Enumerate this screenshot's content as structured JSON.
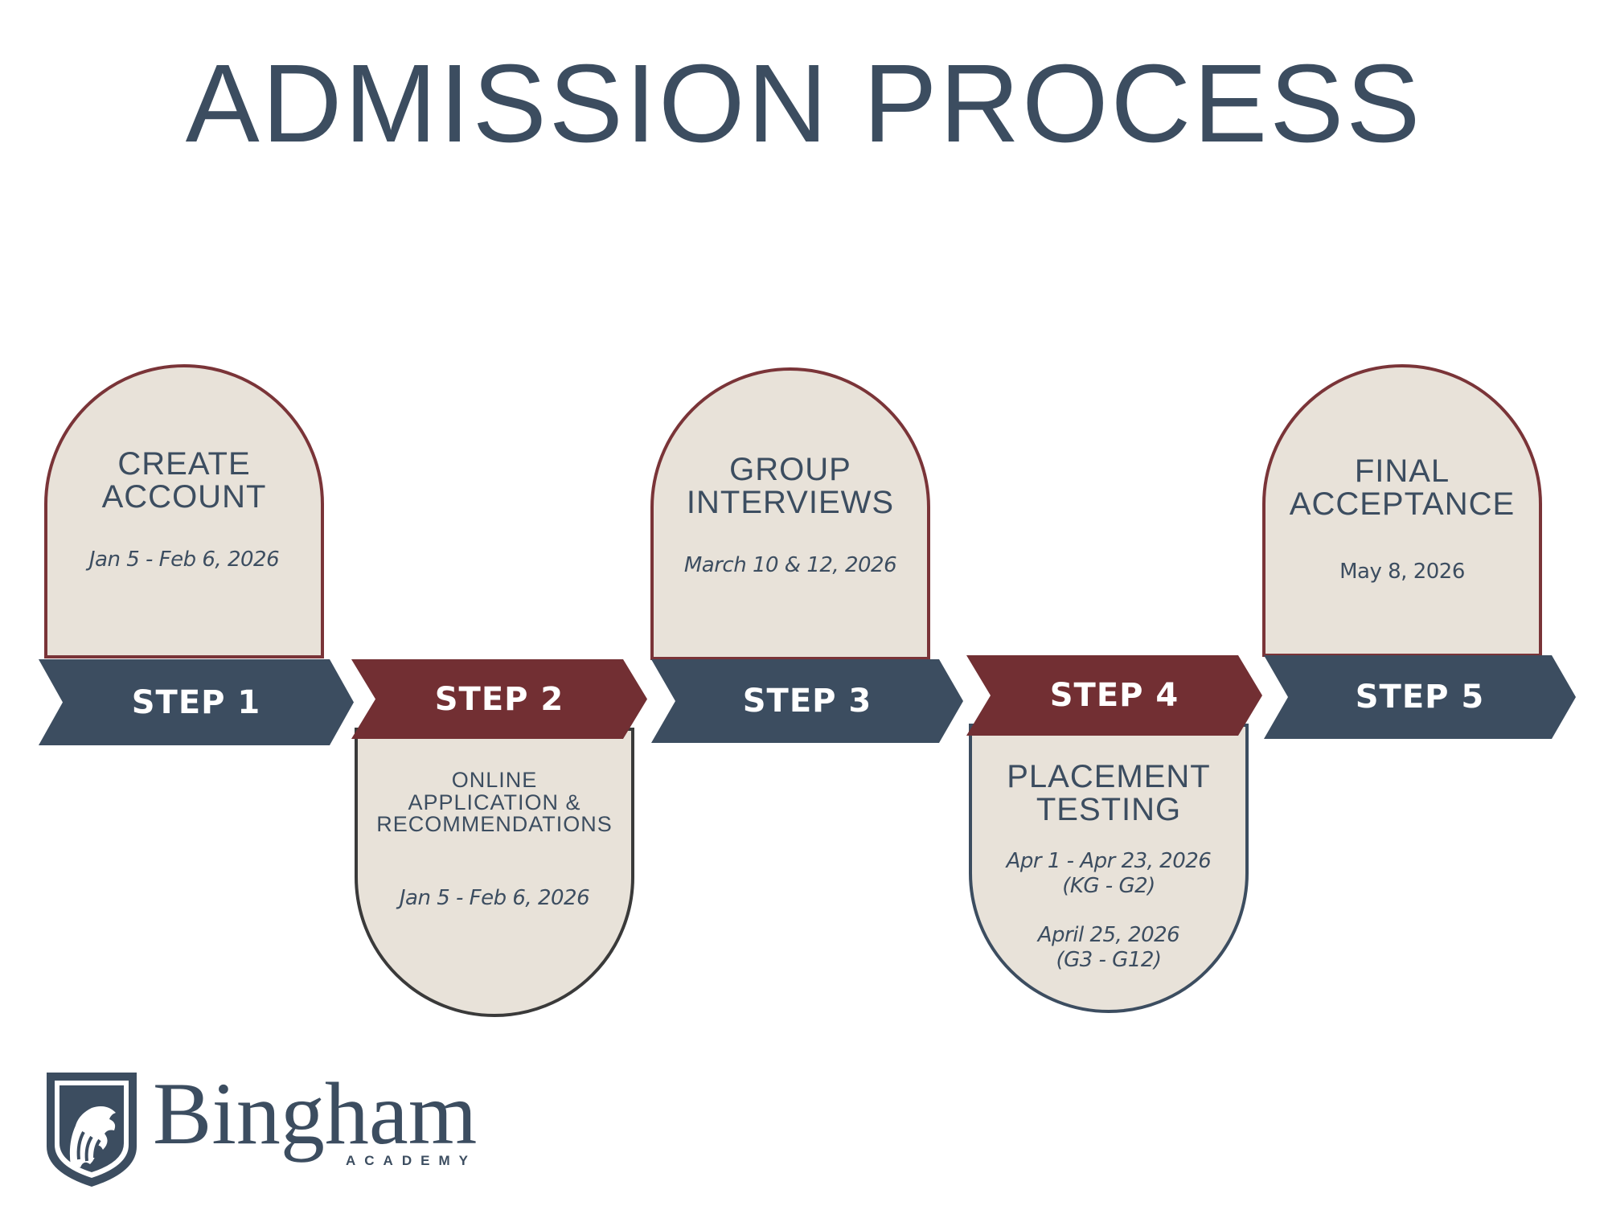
{
  "title": "ADMISSION PROCESS",
  "steps": [
    {
      "label": "STEP 1",
      "title_line1": "CREATE",
      "title_line2": "ACCOUNT",
      "title_line3": "",
      "date1": "Jan 5 - Feb 6, 2026"
    },
    {
      "label": "STEP 2",
      "title_line1": "ONLINE",
      "title_line2": "APPLICATION &",
      "title_line3": "RECOMMENDATIONS",
      "date1": "Jan 5 - Feb 6, 2026"
    },
    {
      "label": "STEP 3",
      "title_line1": "GROUP",
      "title_line2": "INTERVIEWS",
      "title_line3": "",
      "date1": "March 10 & 12, 2026"
    },
    {
      "label": "STEP 4",
      "title_line1": "PLACEMENT",
      "title_line2": "TESTING",
      "title_line3": "",
      "date1": "Apr 1 - Apr 23, 2026",
      "date1_sub": "(KG - G2)",
      "date2": "April 25, 2026",
      "date2_sub": "(G3 - G12)"
    },
    {
      "label": "STEP 5",
      "title_line1": "FINAL",
      "title_line2": "ACCEPTANCE",
      "title_line3": "",
      "date1": "May 8, 2026"
    }
  ],
  "logo": {
    "name": "Bingham",
    "subtitle": "ACADEMY",
    "icon": "lion-shield-icon"
  },
  "colors": {
    "slate": "#3c4d60",
    "maroon": "#722f33",
    "card_fill": "#e8e2d9"
  }
}
